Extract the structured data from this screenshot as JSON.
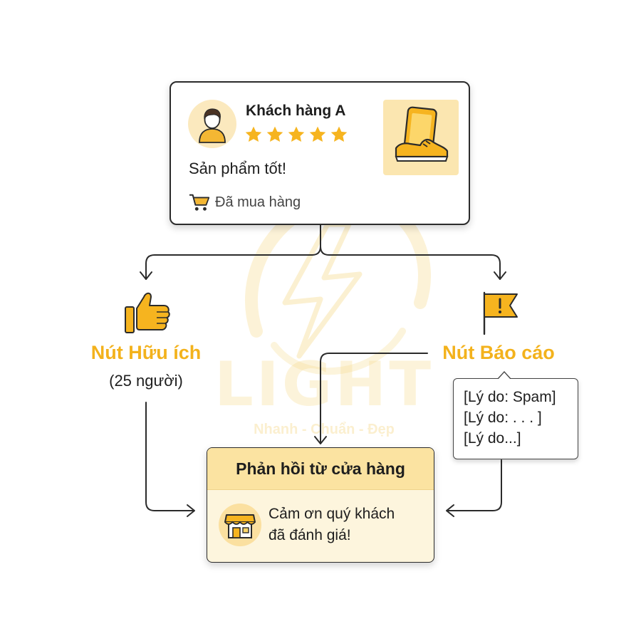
{
  "review": {
    "customer_name": "Khách hàng A",
    "rating": 5,
    "comment": "Sản phẩm tốt!",
    "purchase_badge": "Đã mua hàng"
  },
  "actions": {
    "helpful_label": "Nút Hữu ích",
    "helpful_count": "(25 người)",
    "report_label": "Nút Báo cáo",
    "report_reasons": [
      "[Lý do: Spam]",
      "[Lý do: . . .  ]",
      "[Lý do...]"
    ]
  },
  "store_reply": {
    "title": "Phản hồi từ cửa hàng",
    "message_line1": "Cảm ơn quý khách",
    "message_line2": "đã đánh giá!"
  },
  "watermark": {
    "brand": "LIGHT",
    "slogan": "Nhanh - Chuẩn - Đẹp"
  },
  "colors": {
    "accent": "#f3b21c",
    "reply_bg": "#fdf5dd",
    "reply_header": "#fbe3a1",
    "border": "#2b2b2b"
  }
}
